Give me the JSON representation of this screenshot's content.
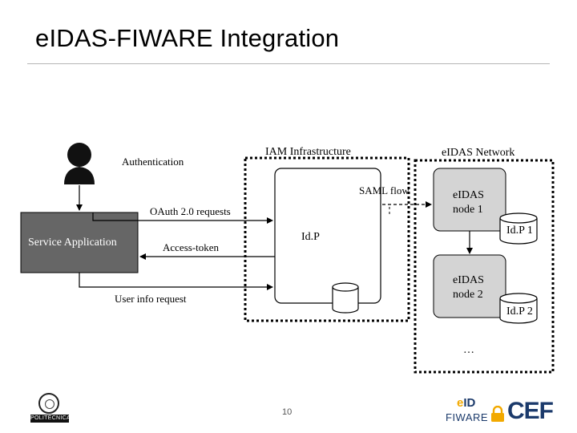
{
  "slide": {
    "title": "eIDAS-FIWARE Integration",
    "page_number": "10"
  },
  "diagram": {
    "iam_box_label": "IAM Infrastructure",
    "eidas_box_label": "eIDAS Network",
    "service_application": "Service Application",
    "idp_label": "Id.P",
    "node1_label_line1": "eIDAS",
    "node1_label_line2": "node 1",
    "node2_label_line1": "eIDAS",
    "node2_label_line2": "node 2",
    "idp1_label": "Id.P 1",
    "idp2_label": "Id.P 2",
    "ellipsis": "…",
    "edges": {
      "authentication": "Authentication",
      "oauth": "OAuth 2.0 requests",
      "access_token": "Access-token",
      "user_info": "User info request",
      "saml": "SAML flow"
    }
  },
  "logos": {
    "upm_text": "POLITÉCNICA",
    "eid_text_1": "e",
    "eid_text_2": "ID",
    "fiware_text": "FIWARE",
    "cef_text": "CEF"
  },
  "colors": {
    "service_fill": "#666666",
    "node_fill": "#d4d4d4",
    "idp_fill": "#ffffff",
    "accent_eid": "#f2a900",
    "brand_blue": "#1b3a6b"
  },
  "icons": {
    "user": "user-icon",
    "database": "database-icon"
  }
}
